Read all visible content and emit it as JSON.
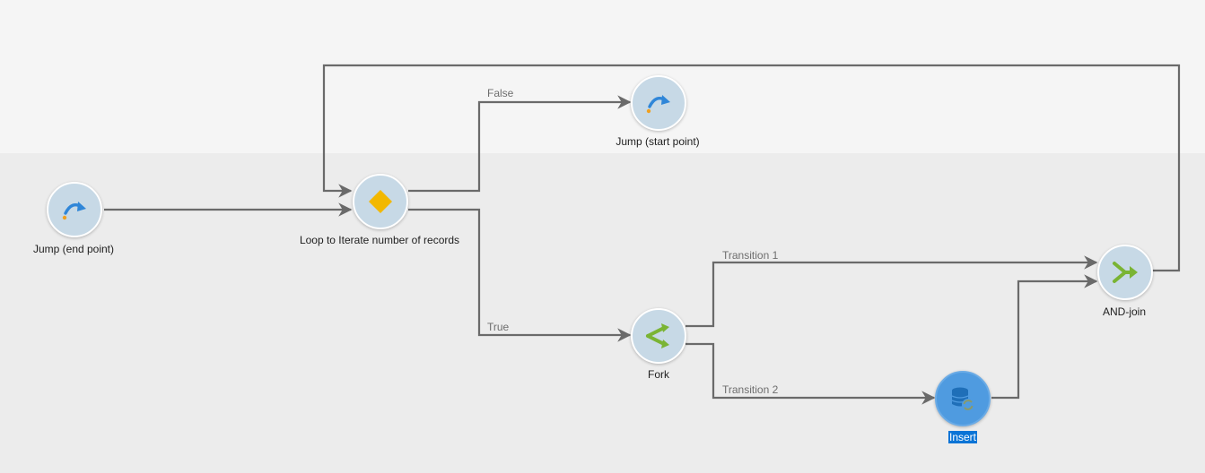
{
  "diagram": {
    "nodes": [
      {
        "id": "jump-end",
        "label": "Jump (end point)",
        "icon": "jump-arrow-icon",
        "selected": false
      },
      {
        "id": "loop",
        "label": "Loop to Iterate number of records",
        "icon": "diamond-test-icon",
        "selected": false
      },
      {
        "id": "jump-start",
        "label": "Jump (start point)",
        "icon": "jump-arrow-icon",
        "selected": false
      },
      {
        "id": "fork",
        "label": "Fork",
        "icon": "fork-icon",
        "selected": false
      },
      {
        "id": "insert",
        "label": "Insert",
        "icon": "database-refresh-icon",
        "selected": true
      },
      {
        "id": "and-join",
        "label": "AND-join",
        "icon": "and-join-icon",
        "selected": false
      }
    ],
    "edges": [
      {
        "from": "jump-end",
        "to": "loop",
        "label": ""
      },
      {
        "from": "loop",
        "to": "jump-start",
        "label": "False"
      },
      {
        "from": "loop",
        "to": "fork",
        "label": "True"
      },
      {
        "from": "fork",
        "to": "and-join",
        "label": "Transition 1"
      },
      {
        "from": "fork",
        "to": "insert",
        "label": "Transition 2"
      },
      {
        "from": "insert",
        "to": "and-join",
        "label": ""
      },
      {
        "from": "and-join",
        "to": "loop",
        "label": ""
      }
    ]
  },
  "colors": {
    "node_fill": "#c7d9e6",
    "selected_node_fill": "#4f9be0",
    "selection_highlight": "#0a74d6",
    "jump_arrow": "#2f86d8",
    "jump_dot": "#f0a020",
    "loop_diamond": "#f2b800",
    "fork_join_green": "#7ab434",
    "edge": "#6a6a6a"
  }
}
